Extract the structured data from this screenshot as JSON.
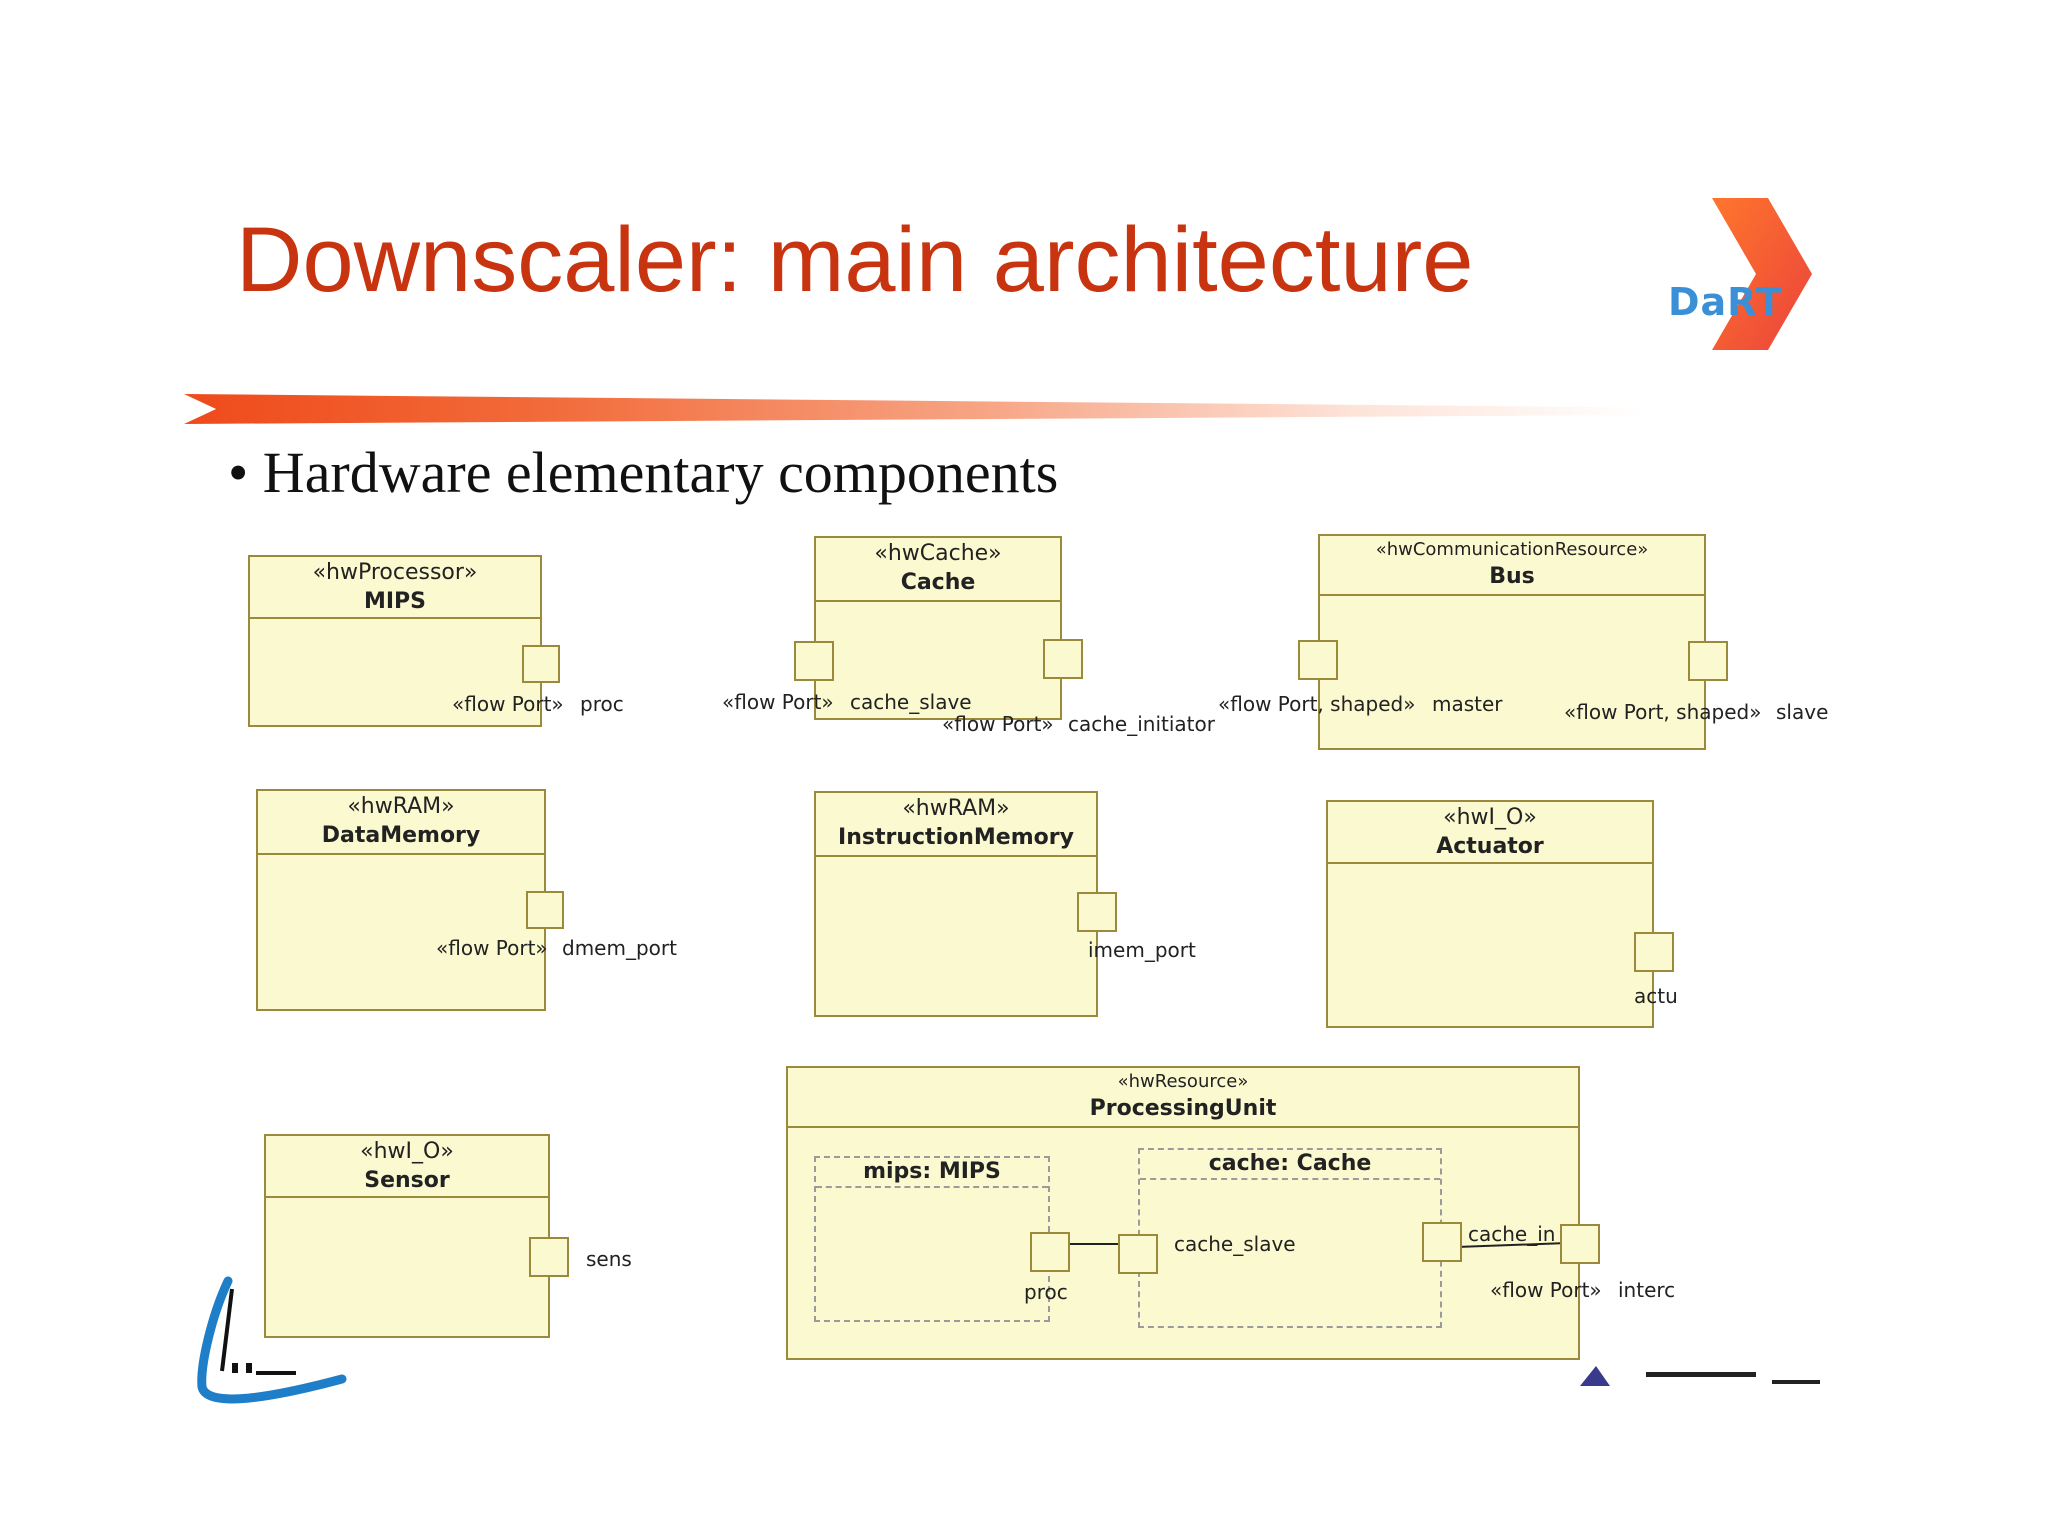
{
  "slide": {
    "title": "Downscaler: main architecture",
    "bullet": "• Hardware elementary components",
    "logo_text": "DaRT"
  },
  "components": {
    "mips": {
      "stereotype": "«hwProcessor»",
      "name": "MIPS",
      "port_stereo": "«flow Port»",
      "port_name": "proc"
    },
    "cache": {
      "stereotype": "«hwCache»",
      "name": "Cache",
      "port1_stereo": "«flow Port»",
      "port1_name": "cache_slave",
      "port2_stereo": "«flow Port»",
      "port2_name": "cache_initiator"
    },
    "bus": {
      "stereotype": "«hwCommunicationResource»",
      "name": "Bus",
      "port1_stereo": "«flow Port, shaped»",
      "port1_name": "master",
      "port2_stereo": "«flow Port, shaped»",
      "port2_name": "slave"
    },
    "datamemory": {
      "stereotype": "«hwRAM»",
      "name": "DataMemory",
      "port_stereo": "«flow Port»",
      "port_name": "dmem_port"
    },
    "instructionmemory": {
      "stereotype": "«hwRAM»",
      "name": "InstructionMemory",
      "port_name": "imem_port"
    },
    "actuator": {
      "stereotype": "«hwI_O»",
      "name": "Actuator",
      "port_name": "actu"
    },
    "sensor": {
      "stereotype": "«hwI_O»",
      "name": "Sensor",
      "port_name": "sens"
    },
    "processingunit": {
      "stereotype": "«hwResource»",
      "name": "ProcessingUnit",
      "part1": {
        "name": "mips: MIPS",
        "port_name": "proc"
      },
      "part2": {
        "name": "cache: Cache",
        "port1_name": "cache_slave",
        "port2_name": "cache_in"
      },
      "port_stereo": "«flow Port»",
      "port_name": "interc"
    }
  },
  "colors": {
    "title": "#c8340f",
    "class_fill": "#fbf9cf",
    "class_border": "#9b8a3c"
  }
}
